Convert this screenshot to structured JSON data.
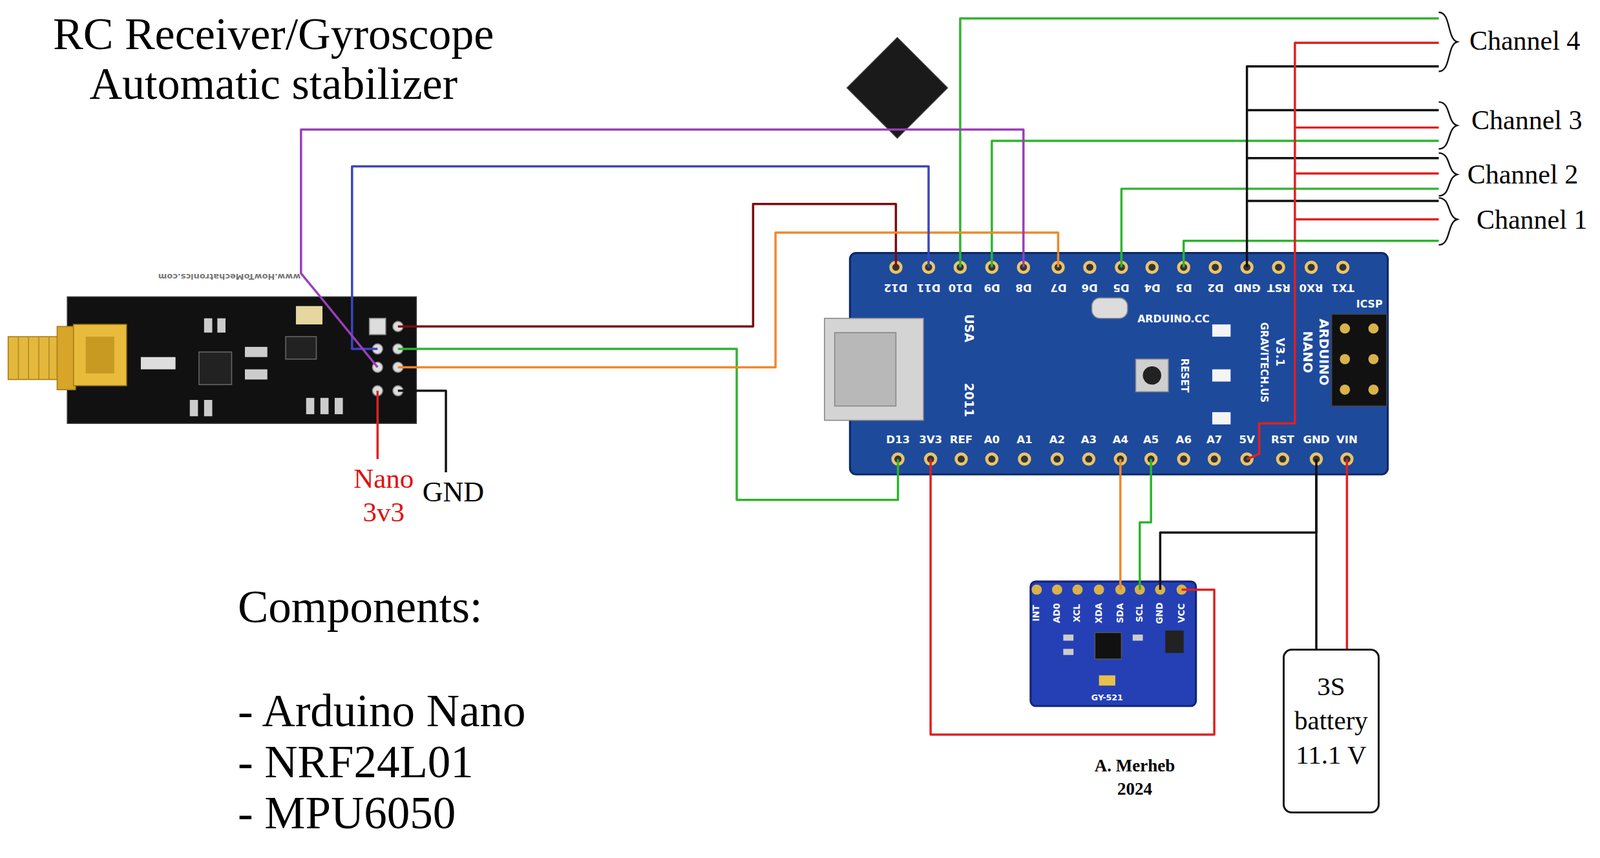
{
  "diagram": {
    "title": "RC Receiver/Gyroscope Automatic stabilizer",
    "nodes": [
      {
        "text": [
          "www.HowToMechatronics.com"
        ]
      },
      {
        "text": [
          "D12",
          "D11",
          "D10",
          "D9",
          "D8",
          "D7",
          "D6",
          "D5",
          "D4",
          "D3",
          "D2",
          "GND",
          "RST",
          "RX0",
          "TX1",
          "D13",
          "3V3",
          "REF",
          "A0",
          "A1",
          "A2",
          "A3",
          "A4",
          "A5",
          "A6",
          "A7",
          "5V",
          "RST",
          "GND",
          "VIN",
          "USA",
          "2011",
          "ARDUINO.CC",
          "RESET",
          "ARDUINO",
          "NANO",
          "V3.1",
          "GRAVITECH.US",
          "ICSP"
        ]
      },
      {
        "text": [
          "INT",
          "AD0",
          "XCL",
          "XDA",
          "SDA",
          "SCL",
          "GND",
          "VCC",
          "GY-521"
        ]
      },
      {
        "text": [
          "3S battery 11.1 V"
        ]
      }
    ],
    "edges": [
      {
        "from": 0,
        "to": 1,
        "arrow": "none"
      },
      {
        "from": 0,
        "to": 1,
        "arrow": "none"
      },
      {
        "from": 0,
        "to": 1,
        "arrow": "none"
      },
      {
        "from": 0,
        "to": 1,
        "arrow": "none"
      },
      {
        "from": 0,
        "to": 1,
        "arrow": "none"
      },
      {
        "from": 1,
        "to": 2,
        "arrow": "none"
      },
      {
        "from": 1,
        "to": 2,
        "arrow": "none"
      },
      {
        "from": 1,
        "to": 2,
        "arrow": "none"
      },
      {
        "from": 1,
        "to": 2,
        "arrow": "none"
      },
      {
        "from": 1,
        "to": 3,
        "arrow": "none"
      },
      {
        "from": 1,
        "to": 3,
        "arrow": "none"
      }
    ],
    "labels": [
      "Channel 4",
      "Channel 3",
      "Channel 2",
      "Channel 1",
      "Nano 3v3",
      "GND",
      "Components:",
      "- Arduino Nano",
      "- NRF24L01",
      "- MPU6050",
      "A. Merheb 2024"
    ]
  }
}
